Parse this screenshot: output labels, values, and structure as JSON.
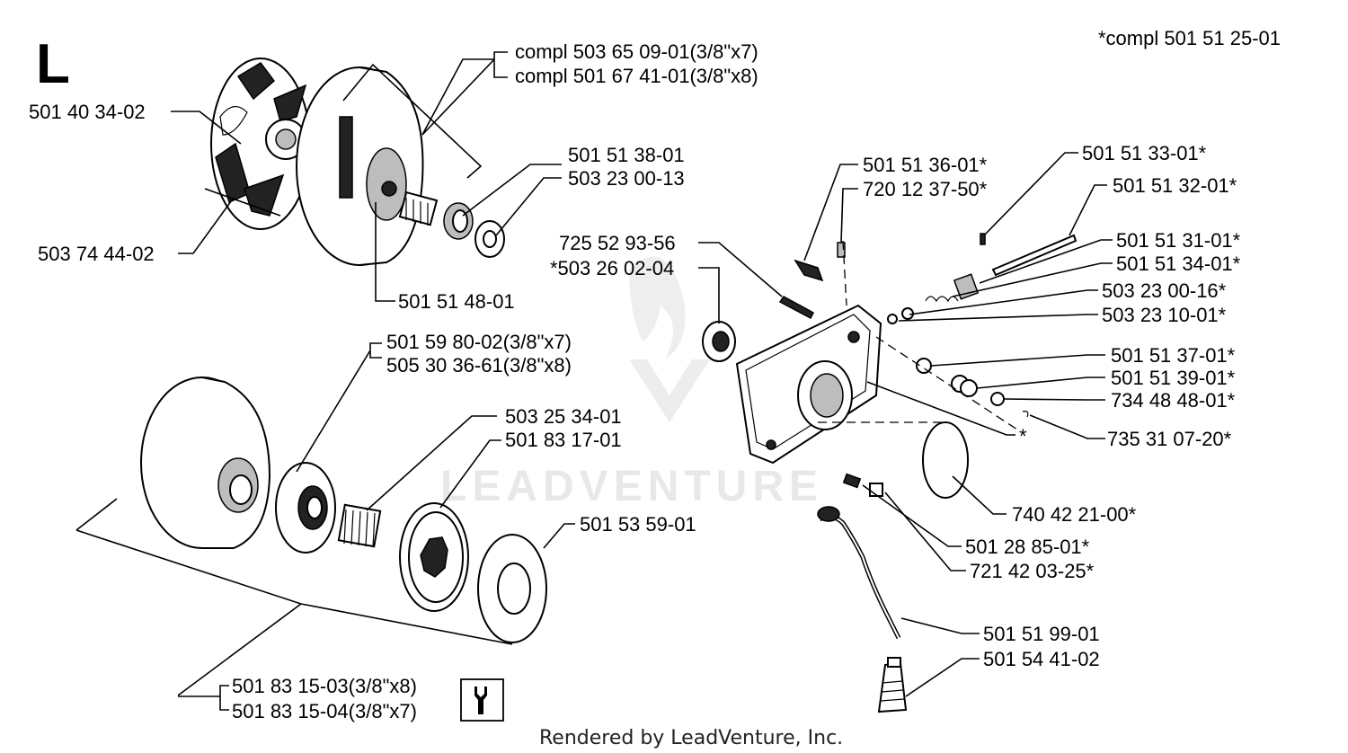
{
  "section_letter": "L",
  "kit_note": "*compl 501 51 25-01",
  "footer": "Rendered by LeadVenture, Inc.",
  "watermark": "LEADVENTURE",
  "tool_icon": "wrench-icon",
  "labels": {
    "compl_3_8x7": "compl 503 65 09-01(3/8\"x7)",
    "compl_3_8x8": "compl 501 67 41-01(3/8\"x8)",
    "clutch_spring": "501 40 34-02",
    "clutch_shoe": "503 74 44-02",
    "bearing_501513801": "501 51 38-01",
    "washer_503230013": "503 23 00-13",
    "needle_501514801": "501 51 48-01",
    "rim_x7": "501 59 80-02(3/8\"x7)",
    "rim_x8": "505 30 36-61(3/8\"x8)",
    "needle_503253401": "503 25 34-01",
    "sprocket_501831701": "501 83 17-01",
    "washer_501535901": "501 53 59-01",
    "drum_x8": "501 83 15-03(3/8\"x8)",
    "drum_x7": "501 83 15-04(3/8\"x7)",
    "screw_725529356": "725 52 93-56",
    "seal_503260204": "*503 26 02-04",
    "plug_501513601": "501 51 36-01*",
    "pin_720123750": "720 12 37-50*",
    "spring_501513301": "501 51 33-01*",
    "shaft_501513201": "501 51 32-01*",
    "gear_501513101": "501 51 31-01*",
    "worm_501513401": "501 51 34-01*",
    "washer_503230016": "503 23 00-16*",
    "ring_503231001": "503 23 10-01*",
    "washer_501513701": "501 51 37-01*",
    "spring_501513901": "501 51 39-01*",
    "washer_734484801": "734 48 48-01*",
    "clip_735310720": "735 31 07-20*",
    "star": "*",
    "oring_740422100": "740 42 21-00*",
    "hose_501288501": "501 28 85-01*",
    "nut_721420325": "721 42 03-25*",
    "pipe_501519901": "501 51 99-01",
    "filter_501544102": "501 54 41-02"
  }
}
